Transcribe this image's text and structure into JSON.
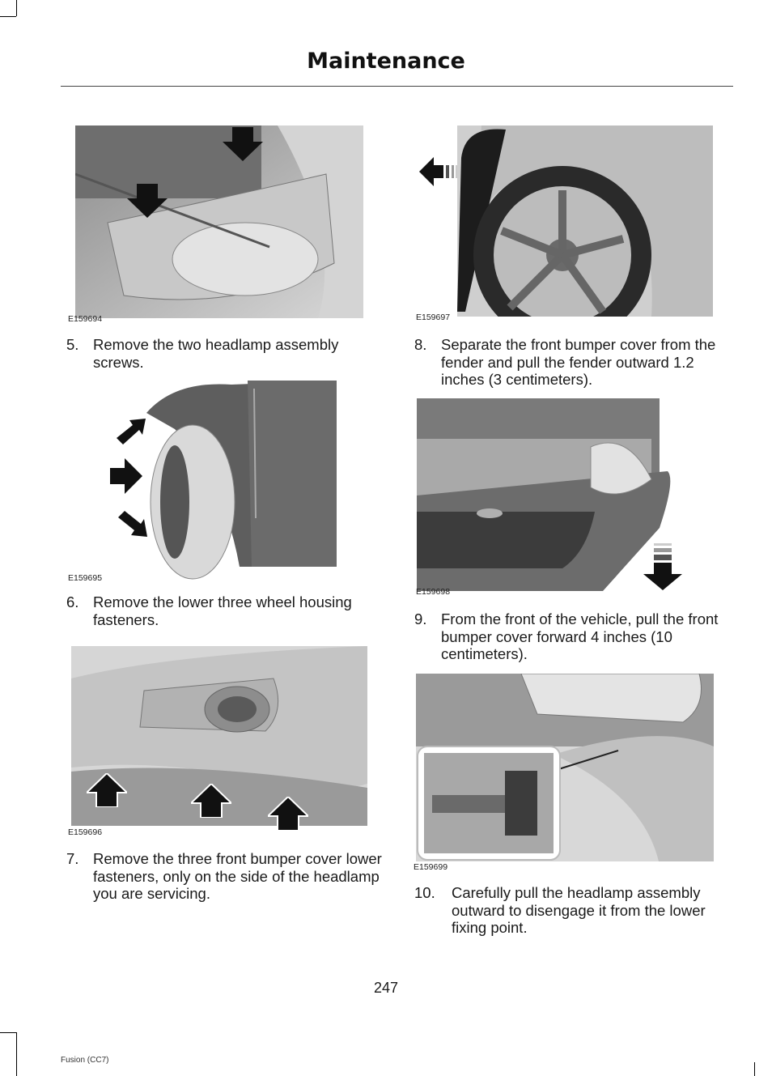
{
  "header": {
    "title": "Maintenance"
  },
  "figures": [
    {
      "code": "E159694"
    },
    {
      "code": "E159697"
    },
    {
      "code": "E159695"
    },
    {
      "code": "E159698"
    },
    {
      "code": "E159696"
    },
    {
      "code": "E159699"
    }
  ],
  "steps": [
    {
      "number": "5.",
      "text": "Remove the two headlamp assembly screws."
    },
    {
      "number": "6.",
      "text": "Remove the lower three wheel housing fasteners."
    },
    {
      "number": "7.",
      "text": "Remove the three front bumper cover lower fasteners, only on the side of the headlamp you are servicing."
    },
    {
      "number": "8.",
      "text": "Separate the front bumper cover from the fender and pull the fender outward 1.2 inches (3 centimeters)."
    },
    {
      "number": "9.",
      "text": "From the front of the vehicle, pull the front bumper cover forward 4 inches (10 centimeters)."
    },
    {
      "number": "10.",
      "text": "Carefully pull the headlamp assembly outward to disengage it from the lower fixing point."
    }
  ],
  "page_number": "247",
  "footer": {
    "text": "Fusion (CC7)"
  }
}
